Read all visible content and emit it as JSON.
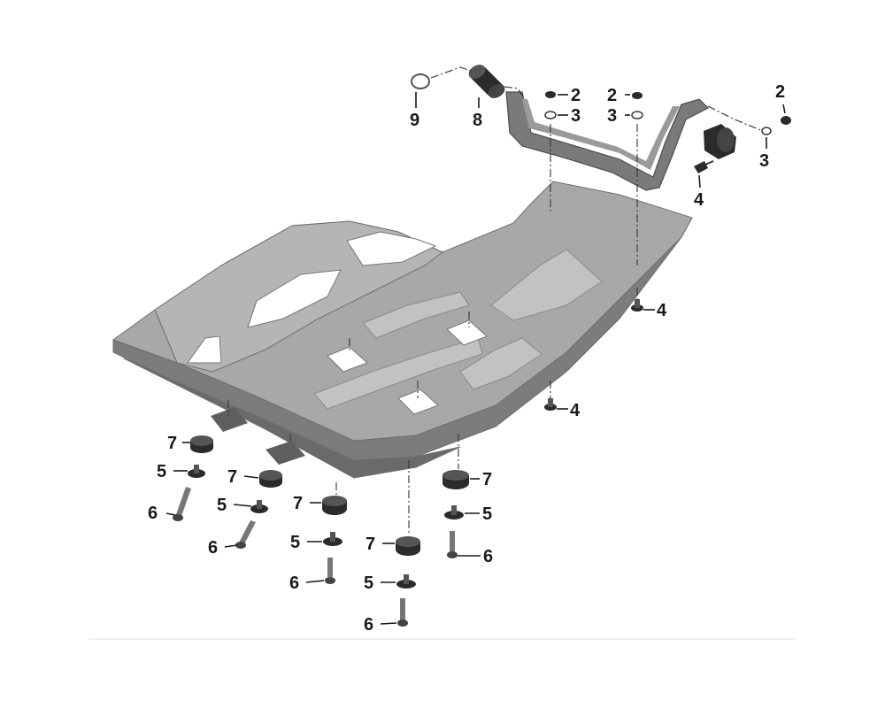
{
  "callouts": [
    {
      "id": "c-9",
      "label": "9"
    },
    {
      "id": "c-8",
      "label": "8"
    },
    {
      "id": "c-2a",
      "label": "2"
    },
    {
      "id": "c-3a",
      "label": "3"
    },
    {
      "id": "c-2b",
      "label": "2"
    },
    {
      "id": "c-3b",
      "label": "3"
    },
    {
      "id": "c-2c",
      "label": "2"
    },
    {
      "id": "c-3c",
      "label": "3"
    },
    {
      "id": "c-4a",
      "label": "4"
    },
    {
      "id": "c-4b",
      "label": "4"
    },
    {
      "id": "c-4c",
      "label": "4"
    },
    {
      "id": "c-7a",
      "label": "7"
    },
    {
      "id": "c-5a",
      "label": "5"
    },
    {
      "id": "c-6a",
      "label": "6"
    },
    {
      "id": "c-7b",
      "label": "7"
    },
    {
      "id": "c-5b",
      "label": "5"
    },
    {
      "id": "c-6b",
      "label": "6"
    },
    {
      "id": "c-7c",
      "label": "7"
    },
    {
      "id": "c-5c",
      "label": "5"
    },
    {
      "id": "c-6c",
      "label": "6"
    },
    {
      "id": "c-7d",
      "label": "7"
    },
    {
      "id": "c-5d",
      "label": "5"
    },
    {
      "id": "c-6d",
      "label": "6"
    },
    {
      "id": "c-7e",
      "label": "7"
    },
    {
      "id": "c-5e",
      "label": "5"
    },
    {
      "id": "c-6e",
      "label": "6"
    }
  ],
  "colors": {
    "plate_top": "#a9a9a9",
    "plate_side": "#8c8c8c",
    "plate_dark": "#6f6f6f",
    "recess": "#c4c4c4",
    "cutout": "#ffffff",
    "rubber": "#2b2b2b",
    "ink": "#1a1a1a"
  }
}
